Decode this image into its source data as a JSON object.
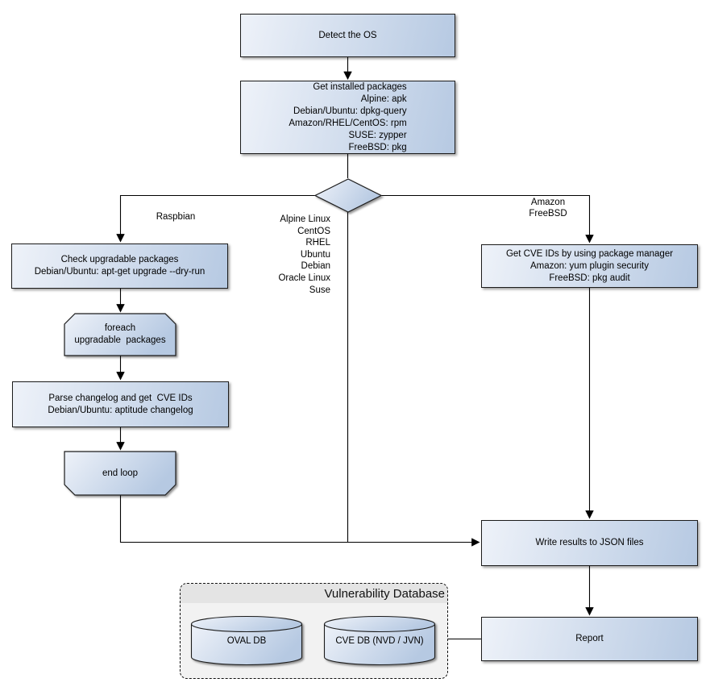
{
  "diagram": {
    "type": "flowchart",
    "nodes": {
      "detect": {
        "label": "Detect the OS"
      },
      "get_installed_packages": {
        "label": "Get installed packages\nAlpine: apk\nDebian/Ubuntu: dpkg-query\nAmazon/RHEL/CentOS: rpm\nSUSE: zypper\nFreeBSD: pkg"
      },
      "check_upgradable": {
        "label": "Check upgradable packages\nDebian/Ubuntu: apt-get upgrade --dry-run"
      },
      "foreach_loop_start": {
        "label": "foreach\nupgradable  packages"
      },
      "parse_changelog": {
        "label": "Parse changelog and get  CVE IDs\nDebian/Ubuntu: aptitude changelog"
      },
      "end_loop": {
        "label": "end loop"
      },
      "get_cve_ids": {
        "label": "Get CVE IDs by using package manager\nAmazon: yum plugin security\nFreeBSD: pkg audit"
      },
      "write_results": {
        "label": "Write results to JSON files"
      },
      "report": {
        "label": "Report"
      }
    },
    "edge_labels": {
      "raspbian": "Raspbian",
      "os_list": "Alpine Linux\nCentOS\nRHEL\nUbuntu\nDebian\nOracle Linux\nSuse",
      "amazon_freebsd": "Amazon\nFreeBSD"
    },
    "database_cluster": {
      "title": "Vulnerability Database",
      "cylinders": {
        "oval": "OVAL DB",
        "cve": "CVE DB (NVD / JVN)"
      }
    },
    "colors": {
      "node_gradient_start": "#eef2f9",
      "node_gradient_end": "#b6c9e2",
      "node_border": "#1c1c1c",
      "connector": "#000000",
      "cluster_header": "#e4e4e4",
      "cluster_body": "#f2f2f2"
    }
  }
}
